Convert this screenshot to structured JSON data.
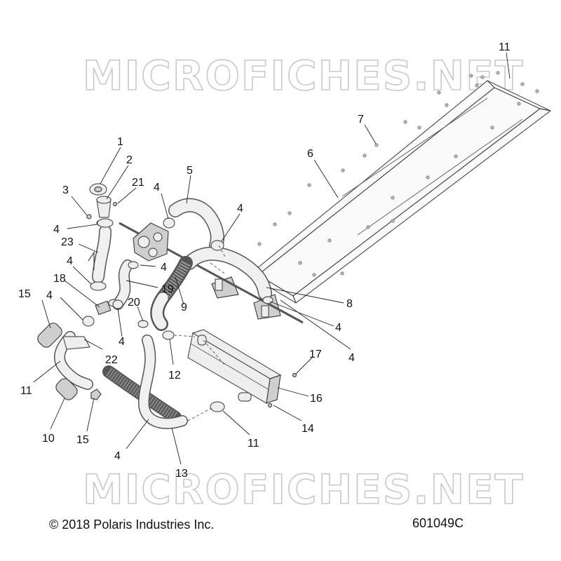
{
  "watermark_text": "MICROFICHES.NET",
  "footer": {
    "copyright": "© 2018 Polaris Industries Inc.",
    "fiche_number": "601049C"
  },
  "callouts": [
    {
      "id": "c-11a",
      "label": "11"
    },
    {
      "id": "c-7",
      "label": "7"
    },
    {
      "id": "c-6",
      "label": "6"
    },
    {
      "id": "c-1",
      "label": "1"
    },
    {
      "id": "c-2",
      "label": "2"
    },
    {
      "id": "c-3",
      "label": "3"
    },
    {
      "id": "c-21",
      "label": "21"
    },
    {
      "id": "c-4a",
      "label": "4"
    },
    {
      "id": "c-5",
      "label": "5"
    },
    {
      "id": "c-4b",
      "label": "4"
    },
    {
      "id": "c-4c",
      "label": "4"
    },
    {
      "id": "c-23",
      "label": "23"
    },
    {
      "id": "c-4d",
      "label": "4"
    },
    {
      "id": "c-4e",
      "label": "4"
    },
    {
      "id": "c-18",
      "label": "18"
    },
    {
      "id": "c-19",
      "label": "19"
    },
    {
      "id": "c-9",
      "label": "9"
    },
    {
      "id": "c-8",
      "label": "8"
    },
    {
      "id": "c-15a",
      "label": "15"
    },
    {
      "id": "c-4f",
      "label": "4"
    },
    {
      "id": "c-20",
      "label": "20"
    },
    {
      "id": "c-4g",
      "label": "4"
    },
    {
      "id": "c-4h",
      "label": "4"
    },
    {
      "id": "c-4i",
      "label": "4"
    },
    {
      "id": "c-22",
      "label": "22"
    },
    {
      "id": "c-17",
      "label": "17"
    },
    {
      "id": "c-11b",
      "label": "11"
    },
    {
      "id": "c-16",
      "label": "16"
    },
    {
      "id": "c-10",
      "label": "10"
    },
    {
      "id": "c-15b",
      "label": "15"
    },
    {
      "id": "c-14",
      "label": "14"
    },
    {
      "id": "c-11c",
      "label": "11"
    },
    {
      "id": "c-4j",
      "label": "4"
    },
    {
      "id": "c-13",
      "label": "13"
    },
    {
      "id": "c-12",
      "label": "12"
    }
  ]
}
